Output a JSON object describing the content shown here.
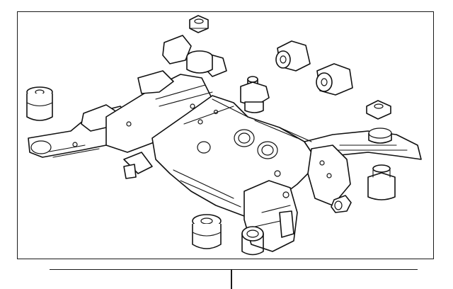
{
  "diagram": {
    "parts": [
      {
        "name": "crossmember-frame"
      },
      {
        "name": "top-mount-cap"
      },
      {
        "name": "upper-bushing-left"
      },
      {
        "name": "upper-bushing-right"
      },
      {
        "name": "stud-mount-center"
      },
      {
        "name": "stud-mount-right"
      },
      {
        "name": "side-bushing-left"
      },
      {
        "name": "side-bushing-right"
      },
      {
        "name": "lower-bushing-left"
      },
      {
        "name": "lower-bushing-center"
      },
      {
        "name": "small-bushing-right"
      }
    ]
  }
}
